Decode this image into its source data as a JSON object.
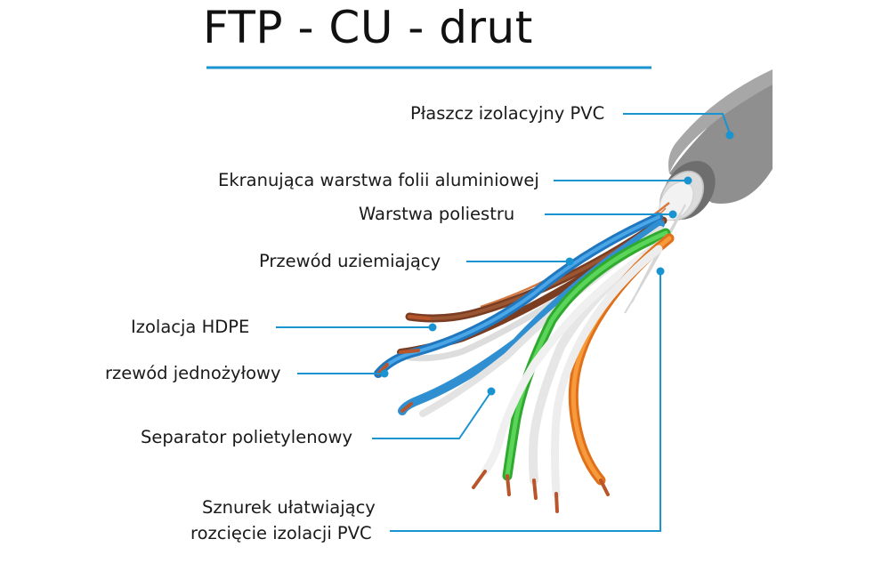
{
  "title": "FTP - CU - drut",
  "colors": {
    "accent": "#1a93d1",
    "jacket": "#8a8a8a",
    "blue": "#2f8fd0",
    "green": "#3fc43f",
    "orange": "#ef7f1f",
    "brown": "#8b4a2b"
  },
  "labels": {
    "jacket": "Płaszcz izolacyjny PVC",
    "foil": "Ekranująca warstwa folii aluminiowej",
    "polyester": "Warstwa poliestru",
    "ground": "Przewód uziemiający",
    "hdpe": "Izolacja HDPE",
    "solid": "rzewód jednożyłowy",
    "separator": "Separator polietylenowy",
    "rip1": "Sznurek ułatwiający",
    "rip2": "rozcięcie izolacji PVC"
  }
}
